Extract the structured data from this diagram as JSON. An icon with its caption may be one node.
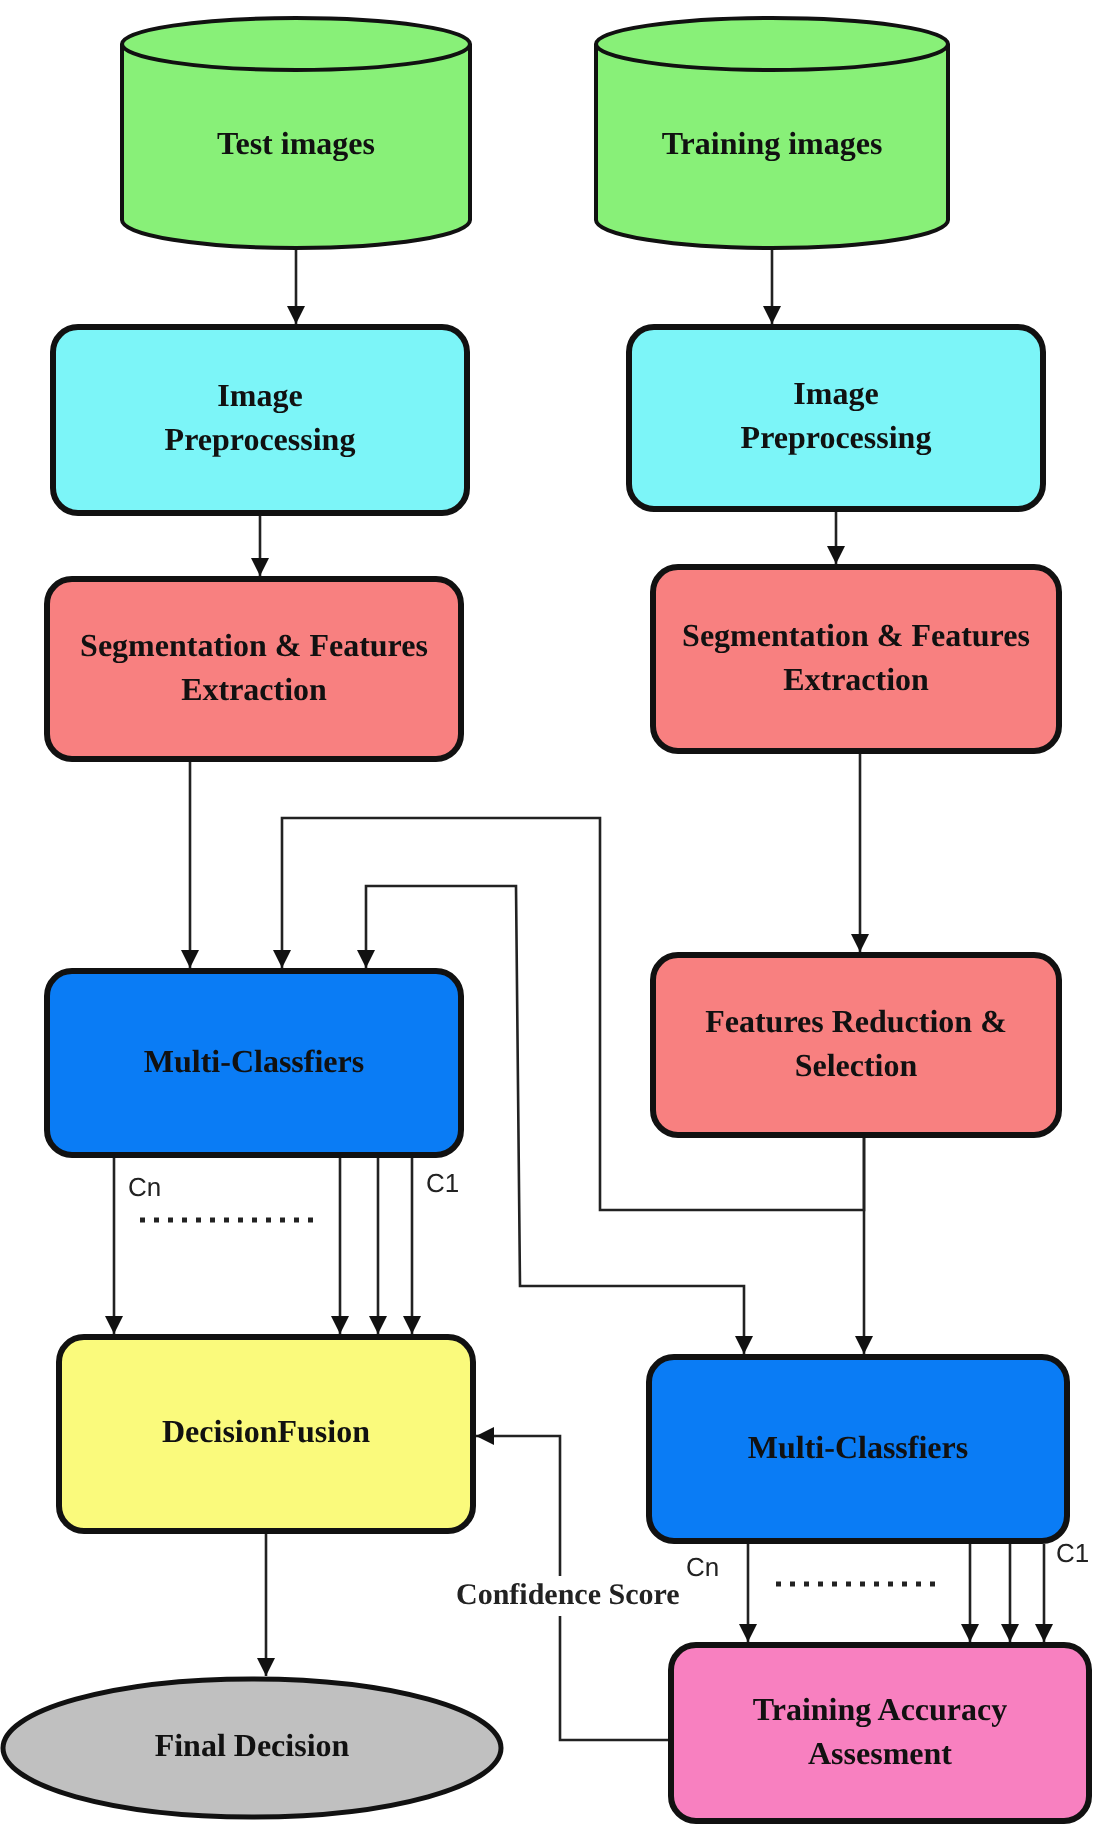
{
  "diagram": {
    "nodes": [
      {
        "text": [
          "Test images"
        ]
      },
      {
        "text": [
          "Training images"
        ]
      },
      {
        "text": [
          "Image Preprocessing"
        ]
      },
      {
        "text": [
          "Image Preprocessing"
        ]
      },
      {
        "text": [
          "Segmentation & Features Extraction"
        ]
      },
      {
        "text": [
          "Segmentation & Features Extraction"
        ]
      },
      {
        "text": [
          "Multi-Classfiers"
        ]
      },
      {
        "text": [
          "Features Reduction & Selection"
        ]
      },
      {
        "text": [
          "DecisionFusion"
        ]
      },
      {
        "text": [
          "Multi-Classfiers"
        ]
      },
      {
        "text": [
          "Final Decision"
        ]
      },
      {
        "text": [
          "Training Accuracy Assesment"
        ]
      }
    ],
    "edges": [
      {
        "from": 0,
        "to": 2,
        "arrow": "to"
      },
      {
        "from": 2,
        "to": 4,
        "arrow": "to"
      },
      {
        "from": 4,
        "to": 6,
        "arrow": "to"
      },
      {
        "from": 1,
        "to": 3,
        "arrow": "to"
      },
      {
        "from": 3,
        "to": 5,
        "arrow": "to"
      },
      {
        "from": 5,
        "to": 7,
        "arrow": "to"
      },
      {
        "from": 7,
        "to": 6,
        "arrow": "to"
      },
      {
        "from": 7,
        "to": 9,
        "arrow": "to"
      },
      {
        "from": 9,
        "to": 6,
        "arrow": "both"
      },
      {
        "from": 6,
        "to": 8,
        "arrow": "to",
        "label": "Cn"
      },
      {
        "from": 6,
        "to": 8,
        "arrow": "to"
      },
      {
        "from": 6,
        "to": 8,
        "arrow": "to"
      },
      {
        "from": 6,
        "to": 8,
        "arrow": "to",
        "label": "C1"
      },
      {
        "from": 9,
        "to": 11,
        "arrow": "to",
        "label": "Cn"
      },
      {
        "from": 9,
        "to": 11,
        "arrow": "to"
      },
      {
        "from": 9,
        "to": 11,
        "arrow": "to"
      },
      {
        "from": 9,
        "to": 11,
        "arrow": "to",
        "label": "C1"
      },
      {
        "from": 11,
        "to": 8,
        "arrow": "to",
        "label": "Confidence Score"
      },
      {
        "from": 8,
        "to": 10,
        "arrow": "to"
      }
    ]
  }
}
